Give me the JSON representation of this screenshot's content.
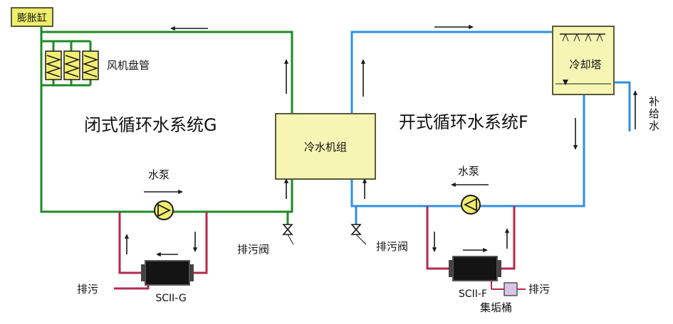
{
  "labels": {
    "expansion_tank": "膨胀缸",
    "fan_coil": "风机盘管",
    "closed_system": "闭式循环水系统G",
    "open_system": "开式循环水系统F",
    "chiller": "冷水机组",
    "cooling_tower": "冷却塔",
    "makeup_water": "补给水",
    "pump_left": "水泵",
    "pump_right": "水泵",
    "drain_valve_left": "排污阀",
    "drain_valve_right": "排污阀",
    "drain_left": "排污",
    "drain_right": "排污",
    "scii_g": "SCII-G",
    "scii_f": "SCII-F",
    "dirt_bucket": "集垢桶"
  },
  "colors": {
    "closed_loop": "#1f8a24",
    "open_loop": "#2f8fe0",
    "bypass_pipe": "#b5284e",
    "box_fill": "#f7f5b4",
    "box_stroke": "#5a5a3a",
    "tank_fill": "#f0ef6a",
    "pump_fill": "#f2ee6e",
    "coil_fill": "#f3ee72",
    "device_fill": "#141414",
    "bucket_fill": "#d9c4e6",
    "arrow": "#1a1a1a"
  }
}
